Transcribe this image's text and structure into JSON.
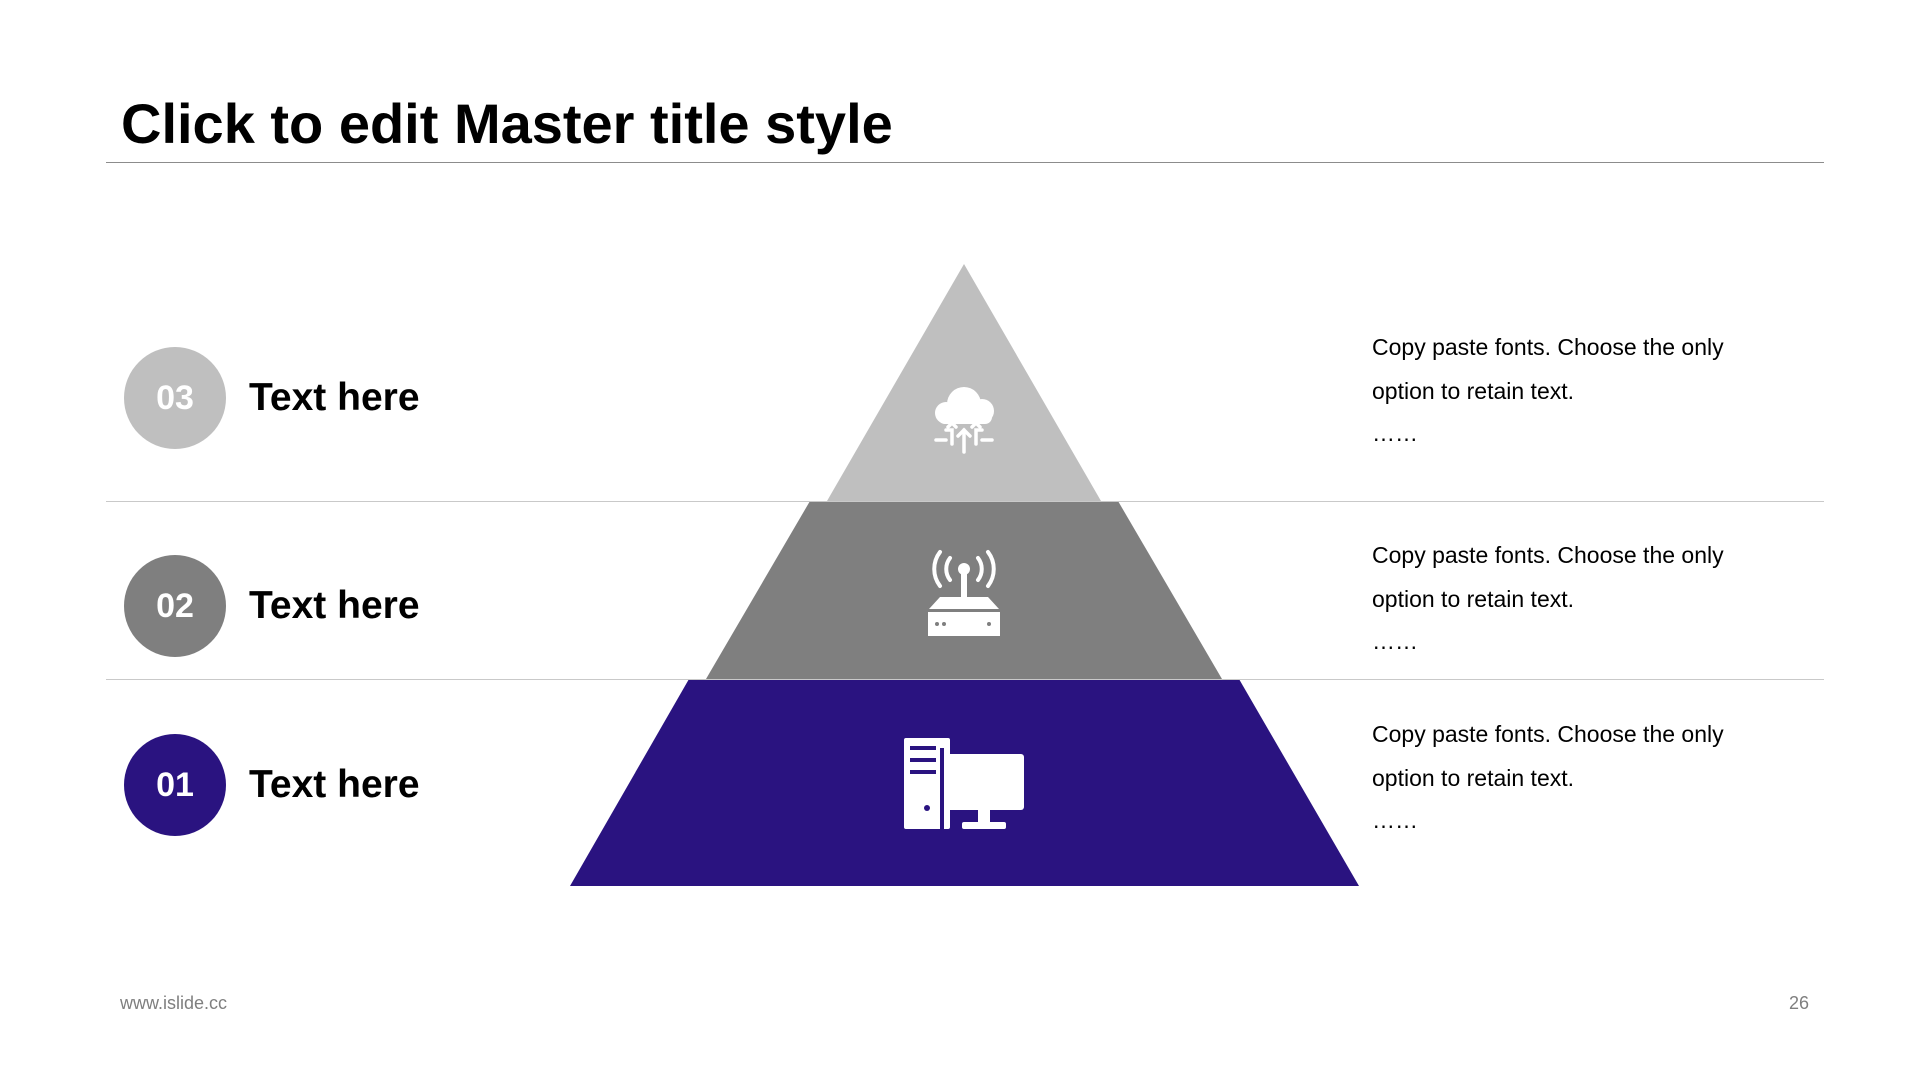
{
  "title": "Click to edit Master title style",
  "levels": [
    {
      "number": "03",
      "label": "Text here",
      "description": "Copy paste fonts. Choose the only option to retain text.",
      "more": "……",
      "color": "#bfbfbf",
      "icon": "cloud-upload-icon"
    },
    {
      "number": "02",
      "label": "Text here",
      "description": "Copy paste fonts. Choose the only option to retain text.",
      "more": "……",
      "color": "#7f7f7f",
      "icon": "wifi-router-icon"
    },
    {
      "number": "01",
      "label": "Text here",
      "description": "Copy paste fonts. Choose the only option to retain text.",
      "more": "……",
      "color": "#2a1380",
      "icon": "desktop-computer-icon"
    }
  ],
  "footer": {
    "url": "www.islide.cc",
    "page": "26"
  }
}
